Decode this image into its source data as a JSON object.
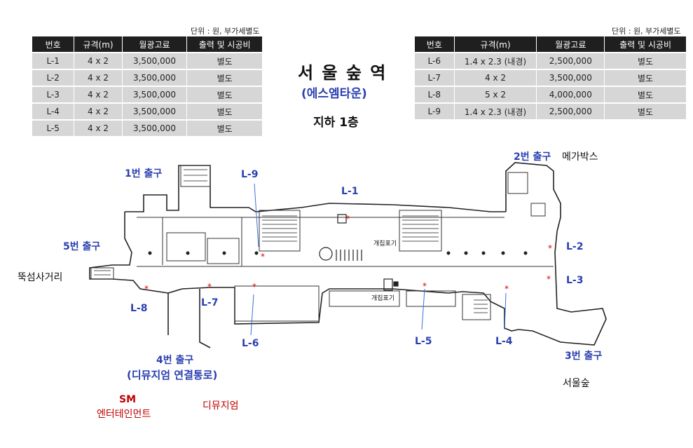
{
  "unit_note_left": "단위 : 원, 부가세별도",
  "unit_note_right": "단위 : 원, 부가세별도",
  "table_headers": [
    "번호",
    "규격(m)",
    "월광고료",
    "출력 및 시공비"
  ],
  "left_table": [
    [
      "L-1",
      "4 x 2",
      "3,500,000",
      "별도"
    ],
    [
      "L-2",
      "4 x 2",
      "3,500,000",
      "별도"
    ],
    [
      "L-3",
      "4 x 2",
      "3,500,000",
      "별도"
    ],
    [
      "L-4",
      "4 x 2",
      "3,500,000",
      "별도"
    ],
    [
      "L-5",
      "4 x 2",
      "3,500,000",
      "별도"
    ]
  ],
  "right_table": [
    [
      "L-6",
      "1.4 x 2.3 (내경)",
      "2,500,000",
      "별도"
    ],
    [
      "L-7",
      "4 x 2",
      "3,500,000",
      "별도"
    ],
    [
      "L-8",
      "5 x 2",
      "4,000,000",
      "별도"
    ],
    [
      "L-9",
      "1.4 x 2.3 (내경)",
      "2,500,000",
      "별도"
    ]
  ],
  "title": {
    "station": "서 울 숲 역",
    "sub": "(에스엠타운)",
    "floor": "지하 1층"
  },
  "labels": {
    "exit1": "1번 출구",
    "exit2": "2번 출구",
    "exit3": "3번 출구",
    "exit4": "4번 출구",
    "exit4_sub": "(디뮤지엄 연결통로)",
    "exit5": "5번 출구",
    "megabox": "메가박스",
    "ttukseom": "뚝섬사거리",
    "seoulforest": "서울숲",
    "sm": "SM",
    "sm_sub": "엔터테인먼트",
    "dmuseum": "디뮤지엄",
    "gate1": "개집표기",
    "gate2": "개집표기",
    "L1": "L-1",
    "L2": "L-2",
    "L3": "L-3",
    "L4": "L-4",
    "L5": "L-5",
    "L6": "L-6",
    "L7": "L-7",
    "L8": "L-8",
    "L9": "L-9"
  },
  "colors": {
    "blue_label": "#2a3fb0",
    "red_label": "#c00000",
    "header_bg": "#1f1f1f",
    "cell_bg": "#d6d6d6",
    "marker": "#e00000",
    "pointer": "#3a6fd8"
  }
}
